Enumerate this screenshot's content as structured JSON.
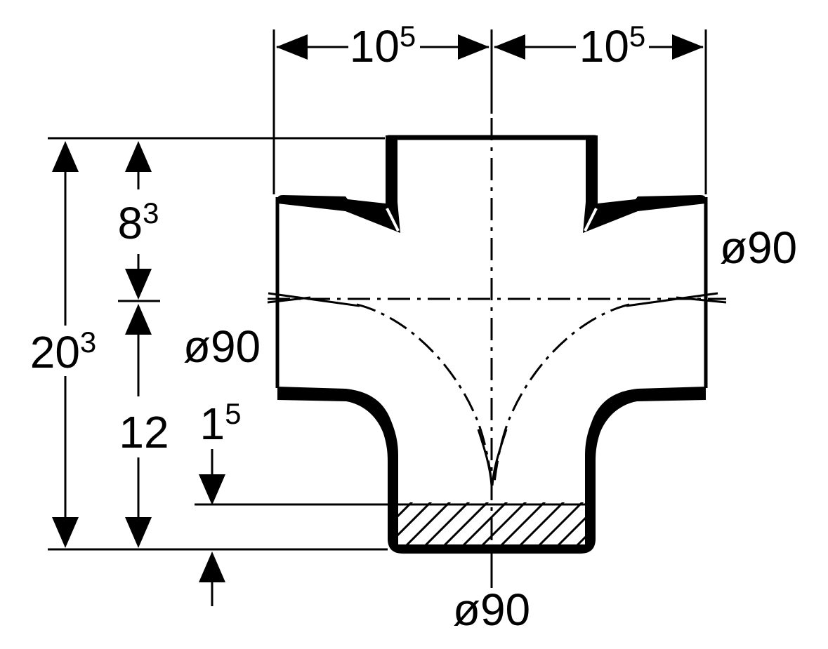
{
  "drawing": {
    "kind": "pipe-fitting-section-drawing",
    "colors": {
      "ink": "#000000",
      "paper": "#ffffff"
    },
    "dims": {
      "top_left": {
        "base": "10",
        "sup": "5"
      },
      "top_right": {
        "base": "10",
        "sup": "5"
      },
      "upper_height": {
        "base": "8",
        "sup": "3"
      },
      "total_height": {
        "base": "20",
        "sup": "3"
      },
      "lower_height": {
        "base": "12",
        "sup": ""
      },
      "socket_depth": {
        "base": "1",
        "sup": "5"
      },
      "dia_left": "ø90",
      "dia_right": "ø90",
      "dia_bottom": "ø90"
    }
  }
}
